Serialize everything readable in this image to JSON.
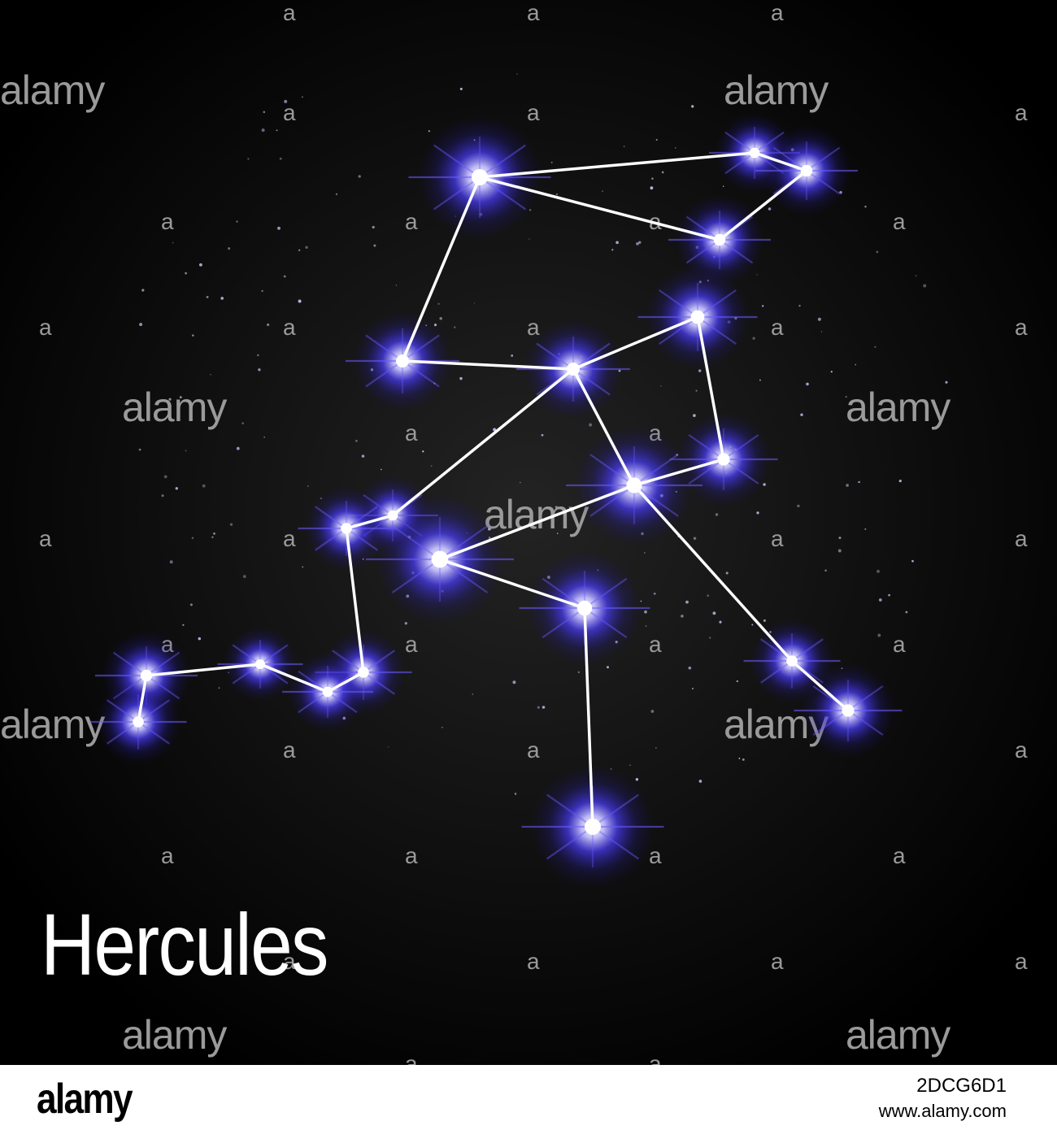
{
  "title": "Hercules",
  "watermark": {
    "text": "alamy",
    "icon": "a"
  },
  "footer": {
    "logo": "alamy",
    "image_id": "2DCG6D1",
    "url": "www.alamy.com"
  },
  "colors": {
    "background": "#000000",
    "line": "#ffffff",
    "star_glow": "#3a2dff",
    "footer": "#ffffff"
  }
}
